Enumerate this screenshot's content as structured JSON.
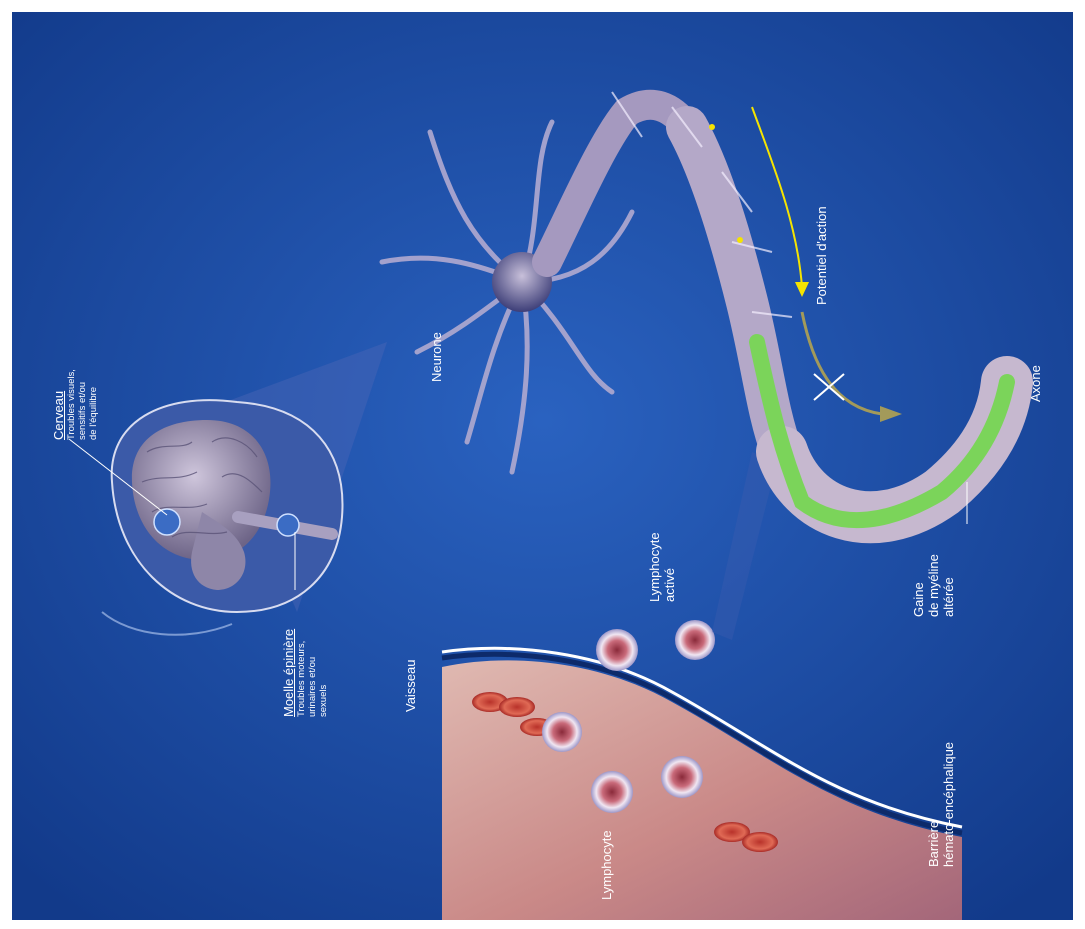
{
  "palette": {
    "background": "#1a48a0",
    "myelin": "#b8aec6",
    "axon_core": "#7bd45a",
    "vessel": "#e7a497",
    "red_cell": "#d44a3a",
    "arrow_yellow": "#f5e400",
    "arrow_olive": "#a39a5a",
    "text": "#ffffff"
  },
  "icons": {
    "brain": "brain-illustration",
    "neuron": "neuron-illustration",
    "vessel": "blood-vessel-illustration"
  },
  "labels": {
    "brain_title": "Cerveau",
    "brain_lines": [
      "Troubles visuels,",
      "sensitifs et/ou",
      "de l'équilibre"
    ],
    "cord_title": "Moelle épinière",
    "cord_lines": [
      "Troubles moteurs,",
      "urinaires et/ou",
      "sexuels"
    ],
    "neuron": "Neurone",
    "action_potential": "Potentiel d'action",
    "axon": "Axone",
    "myelin_lines": [
      "Gaine",
      "de myéline",
      "altérée"
    ],
    "active_lymphocyte_lines": [
      "Lymphocyte",
      "activé"
    ],
    "vessel": "Vaisseau",
    "lymphocyte": "Lymphocyte",
    "barrier_lines": [
      "Barrière",
      "hémato-encéphalique"
    ]
  }
}
